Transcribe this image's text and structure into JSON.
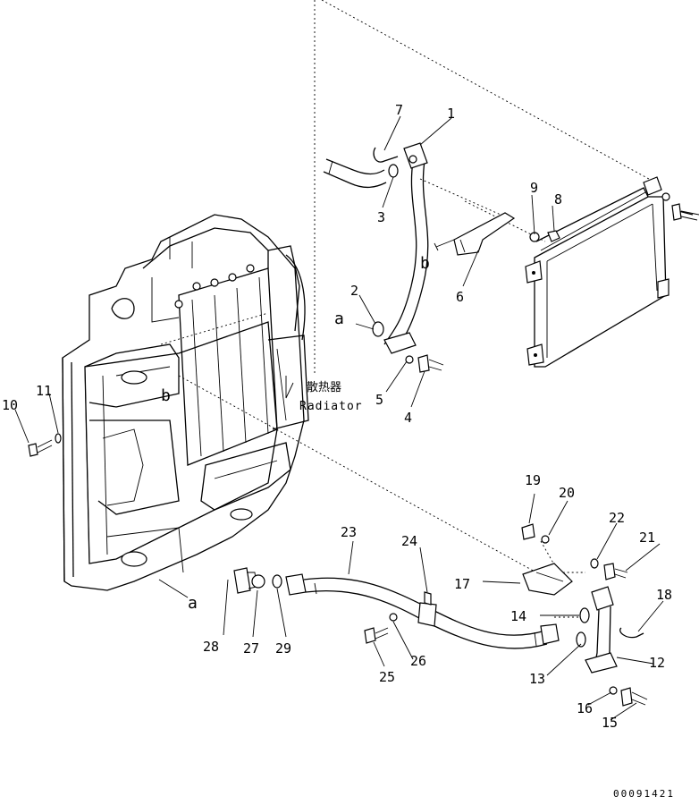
{
  "callouts": [
    "1",
    "2",
    "3",
    "4",
    "5",
    "6",
    "7",
    "8",
    "9",
    "10",
    "11",
    "12",
    "13",
    "14",
    "15",
    "16",
    "17",
    "18",
    "19",
    "20",
    "21",
    "22",
    "23",
    "24",
    "25",
    "26",
    "27",
    "28",
    "29"
  ],
  "letters": {
    "a": "a",
    "b": "b"
  },
  "radiator_label": {
    "chinese": "散热器",
    "english": "Radiator"
  },
  "drawing_number": "00091421"
}
